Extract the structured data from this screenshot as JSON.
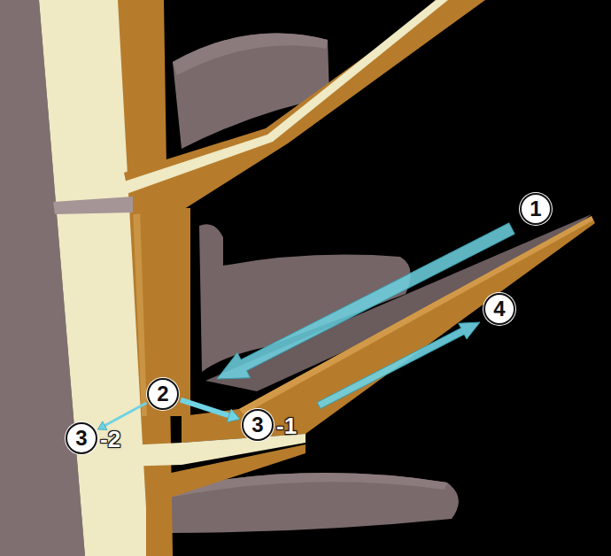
{
  "diagram": {
    "nodes": [
      {
        "text": [
          "1"
        ]
      },
      {
        "text": [
          "4"
        ]
      },
      {
        "text": [
          "2"
        ]
      },
      {
        "text": [
          "3",
          "-1"
        ]
      },
      {
        "text": [
          "3",
          "-2"
        ]
      }
    ],
    "edges": [
      {
        "from": 2,
        "to": 3,
        "arrow": "to"
      },
      {
        "from": 2,
        "to": 4,
        "arrow": "to"
      }
    ]
  }
}
